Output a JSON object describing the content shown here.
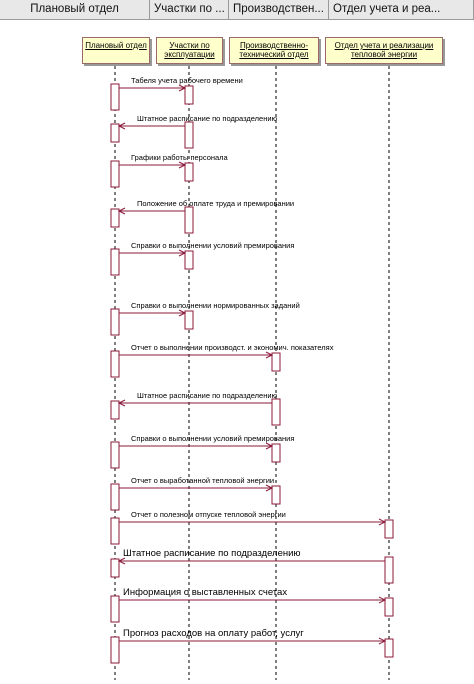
{
  "tabs": [
    "Плановый отдел",
    "Участки по ...",
    "Производствен...",
    "Отдел учета и реа..."
  ],
  "objects": [
    {
      "label": "Плановый отдел"
    },
    {
      "label": "Участки по эксплуатации"
    },
    {
      "label": "Производственно-технический отдел"
    },
    {
      "label": "Отдел учета и реализации тепловой энергии"
    }
  ],
  "messages": [
    {
      "label": "Табеля учета рабочего времени",
      "from": 0,
      "to": 1
    },
    {
      "label": "Штатное расписание по подразделению",
      "from": 1,
      "to": 0
    },
    {
      "label": "Графики работы персонала",
      "from": 0,
      "to": 1
    },
    {
      "label": "Положение об оплате труда и премировании",
      "from": 1,
      "to": 0
    },
    {
      "label": "Справки о выполнении условий премирования",
      "from": 0,
      "to": 1
    },
    {
      "label": "Справки о выполнении нормированных заданий",
      "from": 0,
      "to": 1
    },
    {
      "label": "Отчет о выполнении производст. и экономич. показателях",
      "from": 0,
      "to": 2
    },
    {
      "label": "Штатное расписание по подразделению",
      "from": 2,
      "to": 0
    },
    {
      "label": "Справки о выполнении условий премирования",
      "from": 0,
      "to": 2
    },
    {
      "label": "Отчет о выработанной тепловой энергии",
      "from": 0,
      "to": 2
    },
    {
      "label": "Отчет о полезном отпуске тепловой энергии",
      "from": 0,
      "to": 3
    },
    {
      "label": "Штатное расписание по подразделению",
      "from": 3,
      "to": 0
    },
    {
      "label": "Информация о выставленных счетах",
      "from": 0,
      "to": 3
    },
    {
      "label": "Прогноз расходов на оплату работ, услуг",
      "from": 0,
      "to": 3
    }
  ],
  "colors": {
    "lifeline": "#000000",
    "message": "#8b1a3a",
    "object_fill": "#ffffcc",
    "header_bg": "#e8e8e8"
  }
}
